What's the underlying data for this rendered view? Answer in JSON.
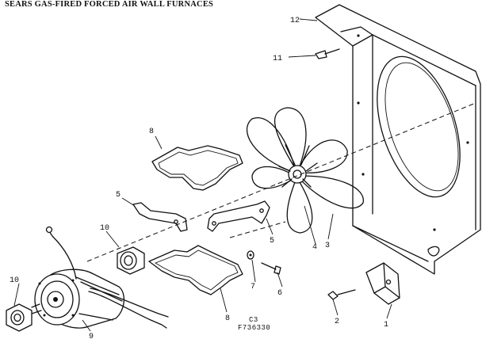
{
  "title": "SEARS GAS-FIRED FORCED AIR WALL FURNACES",
  "callouts": {
    "c1": "1",
    "c2": "2",
    "c3": "3",
    "c4": "4",
    "c5a": "5",
    "c5b": "5",
    "c6": "6",
    "c7": "7",
    "c8a": "8",
    "c8b": "8",
    "c9": "9",
    "c10a": "10",
    "c10b": "10",
    "c11": "11",
    "c12": "12"
  },
  "figure_code": "C3",
  "figure_number": "F736330"
}
